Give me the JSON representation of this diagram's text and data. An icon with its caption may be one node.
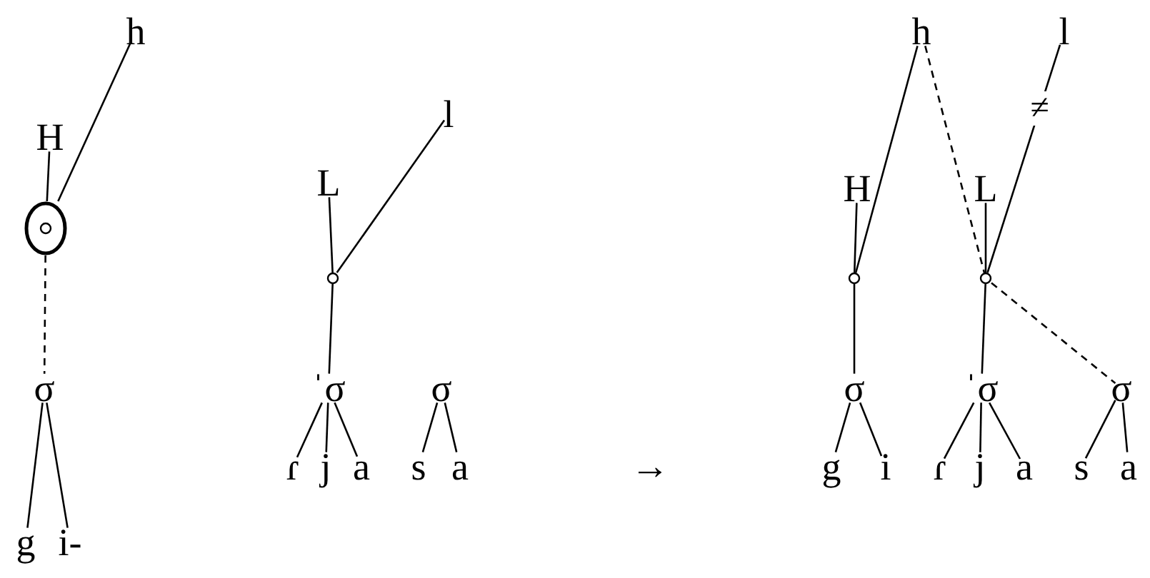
{
  "diagram": {
    "nodes": [
      {
        "text": [
          "h"
        ]
      },
      {
        "text": [
          "H"
        ]
      },
      {
        "text": [],
        "shape": "circle"
      },
      {
        "text": [
          "σ"
        ]
      },
      {
        "text": [
          "g"
        ]
      },
      {
        "text": [
          "i-"
        ]
      },
      {
        "text": [
          "l"
        ]
      },
      {
        "text": [
          "L"
        ]
      },
      {
        "text": [],
        "shape": "circle"
      },
      {
        "text": [
          "ˈσ"
        ]
      },
      {
        "text": [
          "σ"
        ]
      },
      {
        "text": [
          "ɾ"
        ]
      },
      {
        "text": [
          "j"
        ]
      },
      {
        "text": [
          "a"
        ]
      },
      {
        "text": [
          "s"
        ]
      },
      {
        "text": [
          "a"
        ]
      },
      {
        "text": [
          "h"
        ]
      },
      {
        "text": [
          "l"
        ]
      },
      {
        "text": [
          "H"
        ]
      },
      {
        "text": [
          "L"
        ]
      },
      {
        "text": [],
        "shape": "circle"
      },
      {
        "text": [],
        "shape": "circle"
      },
      {
        "text": [
          "σ"
        ]
      },
      {
        "text": [
          "ˈσ"
        ]
      },
      {
        "text": [
          "σ"
        ]
      },
      {
        "text": [
          "g"
        ]
      },
      {
        "text": [
          "i"
        ]
      },
      {
        "text": [
          "ɾ"
        ]
      },
      {
        "text": [
          "j"
        ]
      },
      {
        "text": [
          "a"
        ]
      },
      {
        "text": [
          "s"
        ]
      },
      {
        "text": [
          "a"
        ]
      }
    ],
    "edges": [
      {
        "from": 2,
        "to": 0,
        "arrow": "none"
      },
      {
        "from": 1,
        "to": 2,
        "arrow": "none"
      },
      {
        "from": 2,
        "to": 3,
        "arrow": "none",
        "style": "dashed"
      },
      {
        "from": 3,
        "to": 4,
        "arrow": "none"
      },
      {
        "from": 3,
        "to": 5,
        "arrow": "none"
      },
      {
        "from": 8,
        "to": 6,
        "arrow": "none"
      },
      {
        "from": 7,
        "to": 8,
        "arrow": "none"
      },
      {
        "from": 8,
        "to": 9,
        "arrow": "none"
      },
      {
        "from": 9,
        "to": 11,
        "arrow": "none"
      },
      {
        "from": 9,
        "to": 12,
        "arrow": "none"
      },
      {
        "from": 9,
        "to": 13,
        "arrow": "none"
      },
      {
        "from": 10,
        "to": 14,
        "arrow": "none"
      },
      {
        "from": 10,
        "to": 15,
        "arrow": "none"
      },
      {
        "from": 20,
        "to": 16,
        "arrow": "none"
      },
      {
        "from": 18,
        "to": 20,
        "arrow": "none"
      },
      {
        "from": 20,
        "to": 22,
        "arrow": "none"
      },
      {
        "from": 22,
        "to": 25,
        "arrow": "none"
      },
      {
        "from": 22,
        "to": 26,
        "arrow": "none"
      },
      {
        "from": 16,
        "to": 21,
        "arrow": "none",
        "style": "dashed"
      },
      {
        "from": 21,
        "to": 17,
        "arrow": "none",
        "label": "≠"
      },
      {
        "from": 19,
        "to": 21,
        "arrow": "none"
      },
      {
        "from": 21,
        "to": 23,
        "arrow": "none"
      },
      {
        "from": 21,
        "to": 24,
        "arrow": "none",
        "style": "dashed"
      },
      {
        "from": 23,
        "to": 27,
        "arrow": "none"
      },
      {
        "from": 23,
        "to": 28,
        "arrow": "none"
      },
      {
        "from": 23,
        "to": 29,
        "arrow": "none"
      },
      {
        "from": 24,
        "to": 30,
        "arrow": "none"
      },
      {
        "from": 24,
        "to": 31,
        "arrow": "none"
      }
    ],
    "labels": [
      "→"
    ]
  }
}
